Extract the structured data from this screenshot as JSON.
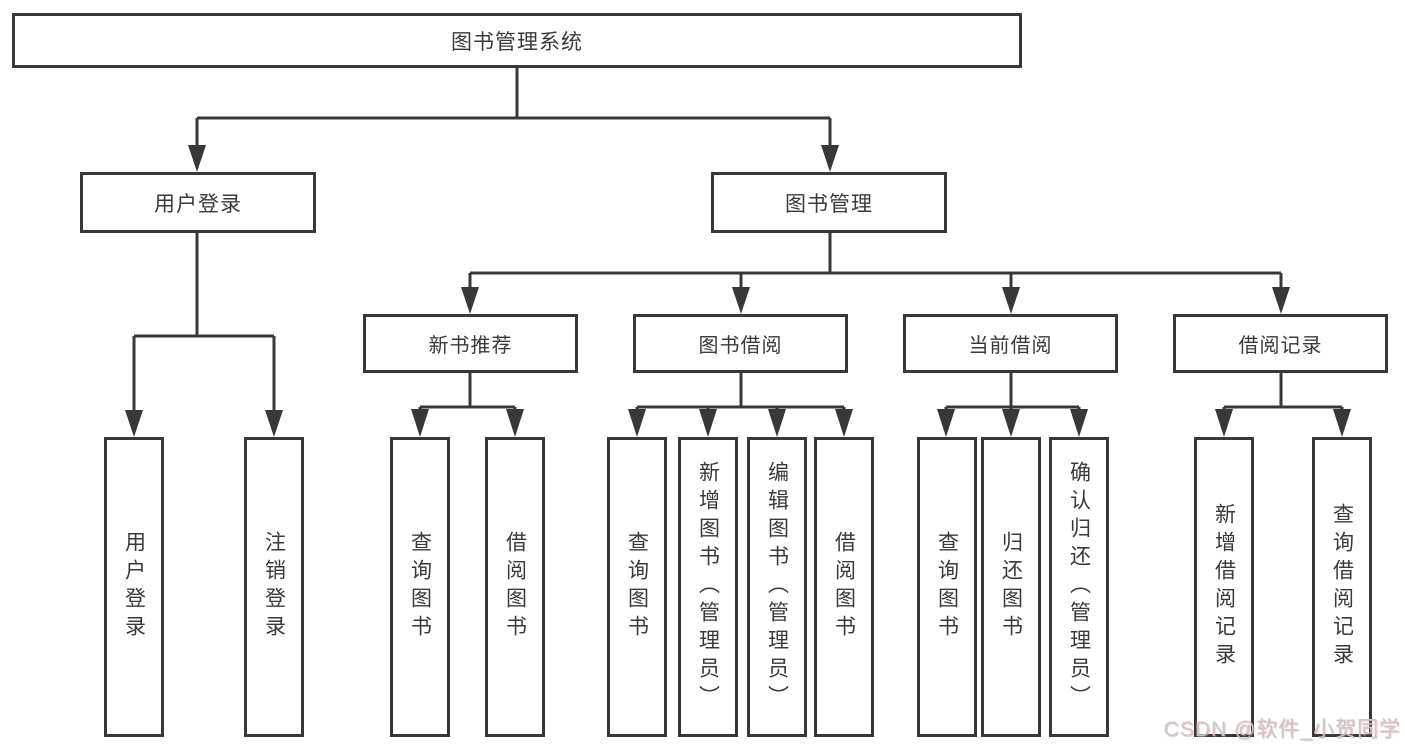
{
  "diagram": {
    "title": "图书管理系统",
    "branches": [
      {
        "label": "用户登录",
        "children": [
          {
            "label": "用户登录"
          },
          {
            "label": "注销登录"
          }
        ]
      },
      {
        "label": "图书管理",
        "children": [
          {
            "label": "新书推荐",
            "children": [
              {
                "label": "查询图书"
              },
              {
                "label": "借阅图书"
              }
            ]
          },
          {
            "label": "图书借阅",
            "children": [
              {
                "label": "查询图书"
              },
              {
                "label": "新增图书（管理员）"
              },
              {
                "label": "编辑图书（管理员）"
              },
              {
                "label": "借阅图书"
              }
            ]
          },
          {
            "label": "当前借阅",
            "children": [
              {
                "label": "查询图书"
              },
              {
                "label": "归还图书"
              },
              {
                "label": "确认归还（管理员）"
              }
            ]
          },
          {
            "label": "借阅记录",
            "children": [
              {
                "label": "新增借阅记录"
              },
              {
                "label": "查询借阅记录"
              }
            ]
          }
        ]
      }
    ]
  },
  "watermark": "CSDN @软件_小贺同学",
  "colors": {
    "line": "#383838",
    "text": "#3a3a3a",
    "background": "#ffffff",
    "watermark_text": "#c9c9c9"
  }
}
